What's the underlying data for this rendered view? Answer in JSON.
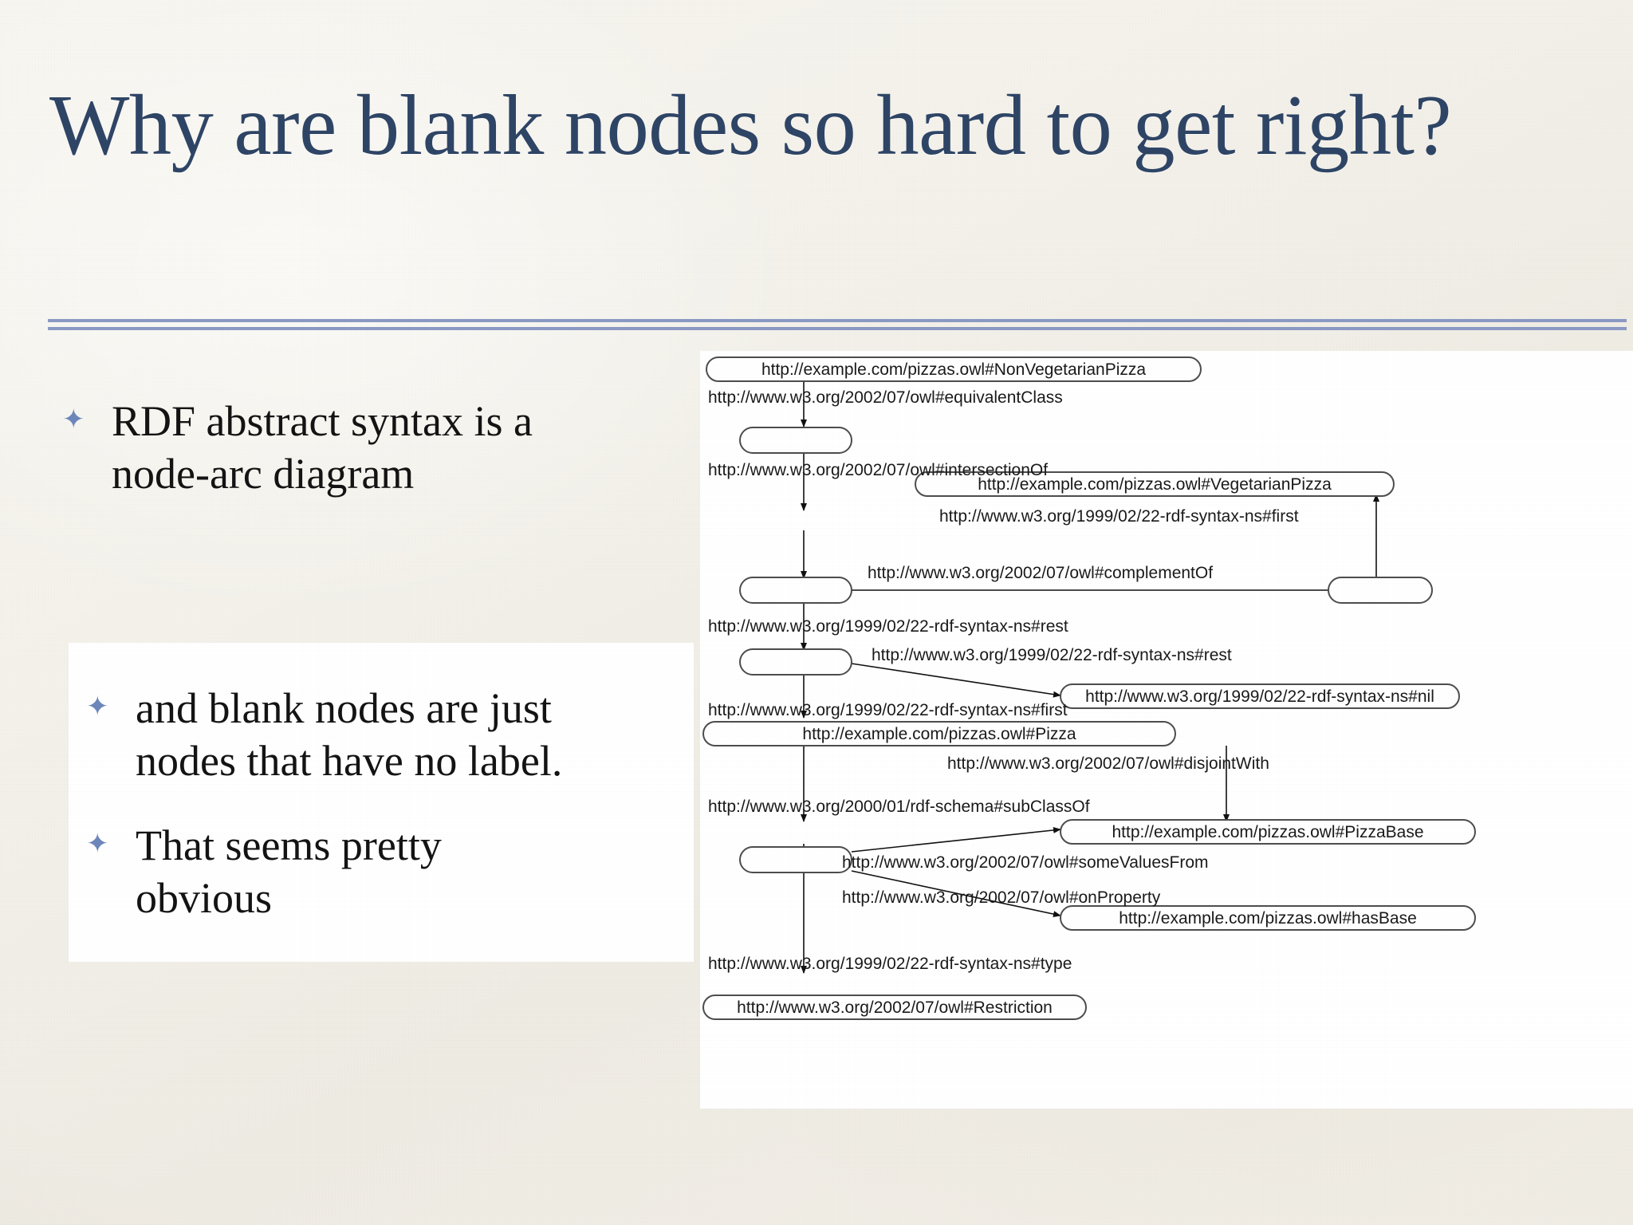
{
  "slide": {
    "title": "Why are blank nodes so hard to get right?",
    "title_color": "#2f4566",
    "background_color": "#f3f1ea",
    "divider_color": "#8b9ac4",
    "bullet_glyph": "✦",
    "bullet_color": "#6d87bb",
    "bullets": [
      {
        "id": "bullet-1",
        "text": "RDF abstract syntax is a\nnode-arc diagram",
        "on_white_card": false
      },
      {
        "id": "bullet-2",
        "text": "and blank nodes are just\nnodes that have no label.",
        "on_white_card": true
      },
      {
        "id": "bullet-3",
        "text": "That seems pretty\nobvious",
        "on_white_card": true
      }
    ]
  },
  "diagram": {
    "type": "rdf-node-arc-graph",
    "description": "RDF abstract syntax node-arc diagram for the pizza ontology NonVegetarianPizza definition",
    "nodes": [
      {
        "id": "n1",
        "label": "http://example.com/pizzas.owl#NonVegetarianPizza",
        "kind": "uri"
      },
      {
        "id": "b1",
        "label": "",
        "kind": "blank"
      },
      {
        "id": "n2",
        "label": "http://example.com/pizzas.owl#VegetarianPizza",
        "kind": "uri"
      },
      {
        "id": "b2",
        "label": "",
        "kind": "blank"
      },
      {
        "id": "b3",
        "label": "",
        "kind": "blank"
      },
      {
        "id": "b4",
        "label": "",
        "kind": "blank"
      },
      {
        "id": "n3",
        "label": "http://www.w3.org/1999/02/22-rdf-syntax-ns#nil",
        "kind": "uri"
      },
      {
        "id": "n4",
        "label": "http://example.com/pizzas.owl#Pizza",
        "kind": "uri"
      },
      {
        "id": "b5",
        "label": "",
        "kind": "blank"
      },
      {
        "id": "n5",
        "label": "http://example.com/pizzas.owl#PizzaBase",
        "kind": "uri"
      },
      {
        "id": "n6",
        "label": "http://example.com/pizzas.owl#hasBase",
        "kind": "uri"
      },
      {
        "id": "n7",
        "label": "http://www.w3.org/2002/07/owl#Restriction",
        "kind": "uri"
      }
    ],
    "edges": [
      {
        "from": "n1",
        "to": "b1",
        "label": "http://www.w3.org/2002/07/owl#equivalentClass"
      },
      {
        "from": "b1",
        "to": "b2",
        "label": "http://www.w3.org/2002/07/owl#intersectionOf"
      },
      {
        "from": "b2",
        "to": "b4",
        "label": "http://www.w3.org/1999/02/22-rdf-syntax-ns#first"
      },
      {
        "from": "b4",
        "to": "n2",
        "label": "http://www.w3.org/2002/07/owl#complementOf"
      },
      {
        "from": "b2",
        "to": "b3",
        "label": "http://www.w3.org/1999/02/22-rdf-syntax-ns#rest"
      },
      {
        "from": "b3",
        "to": "n3",
        "label": "http://www.w3.org/1999/02/22-rdf-syntax-ns#rest"
      },
      {
        "from": "b3",
        "to": "n4",
        "label": "http://www.w3.org/1999/02/22-rdf-syntax-ns#first"
      },
      {
        "from": "n4",
        "to": "n5",
        "label": "http://www.w3.org/2002/07/owl#disjointWith"
      },
      {
        "from": "n4",
        "to": "b5",
        "label": "http://www.w3.org/2000/01/rdf-schema#subClassOf"
      },
      {
        "from": "b5",
        "to": "n5",
        "label": "http://www.w3.org/2002/07/owl#someValuesFrom"
      },
      {
        "from": "b5",
        "to": "n6",
        "label": "http://www.w3.org/2002/07/owl#onProperty"
      },
      {
        "from": "b5",
        "to": "n7",
        "label": "http://www.w3.org/1999/02/22-rdf-syntax-ns#type"
      }
    ]
  }
}
